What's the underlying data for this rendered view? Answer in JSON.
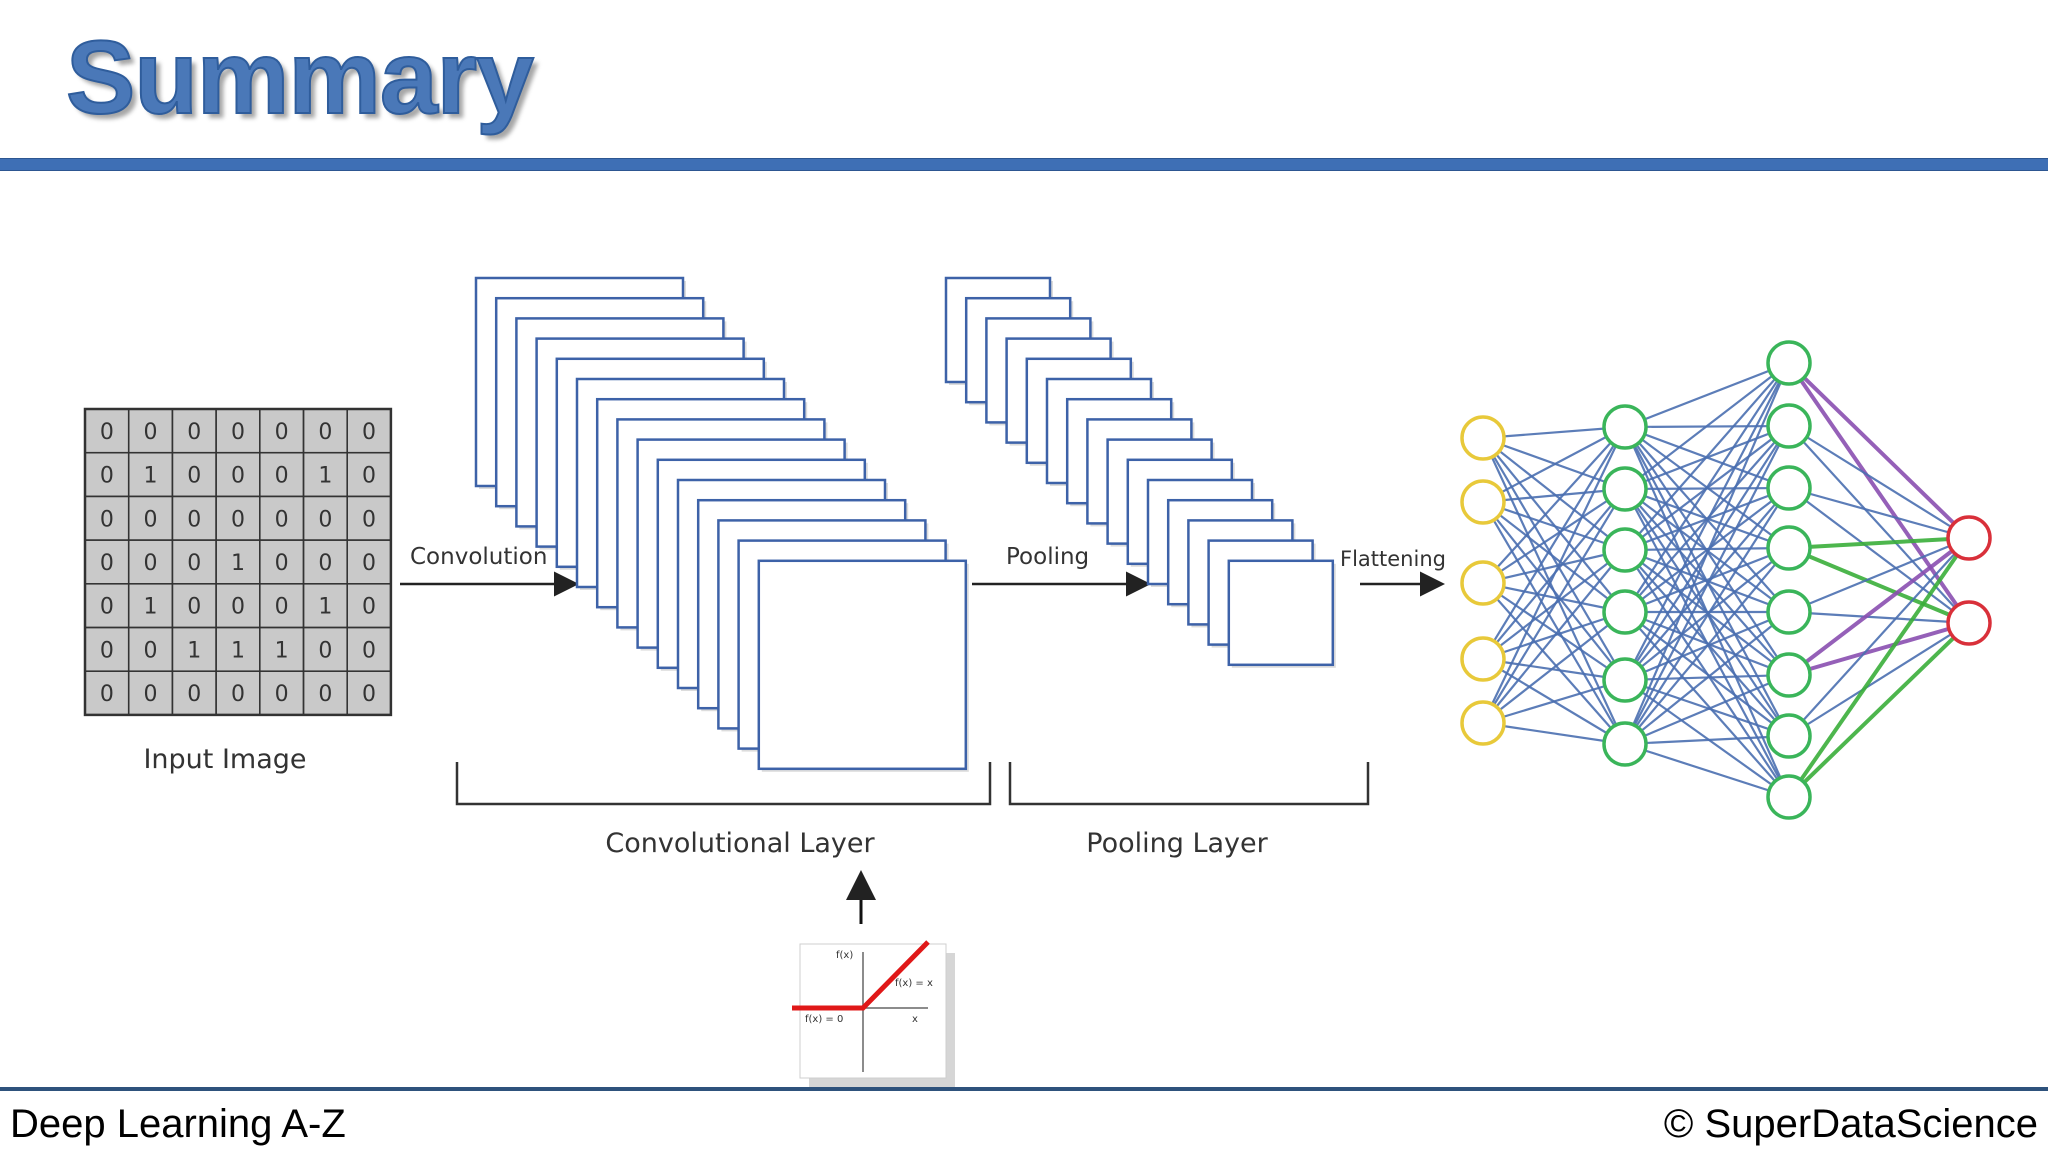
{
  "slide": {
    "title": "Summary",
    "footer_left": "Deep Learning A-Z",
    "footer_right": "© SuperDataScience"
  },
  "diagram": {
    "input_grid": [
      [
        0,
        0,
        0,
        0,
        0,
        0,
        0
      ],
      [
        0,
        1,
        0,
        0,
        0,
        1,
        0
      ],
      [
        0,
        0,
        0,
        0,
        0,
        0,
        0
      ],
      [
        0,
        0,
        0,
        1,
        0,
        0,
        0
      ],
      [
        0,
        1,
        0,
        0,
        0,
        1,
        0
      ],
      [
        0,
        0,
        1,
        1,
        1,
        0,
        0
      ],
      [
        0,
        0,
        0,
        0,
        0,
        0,
        0
      ]
    ],
    "labels": {
      "input_image": "Input Image",
      "convolution": "Convolution",
      "pooling": "Pooling",
      "flattening": "Flattening",
      "conv_layer": "Convolutional Layer",
      "pool_layer": "Pooling Layer"
    },
    "relu_plot": {
      "y_label": "f(x)",
      "right_label": "f(x) = x",
      "left_label": "f(x) = 0",
      "x_label": "x"
    },
    "network": {
      "layers": [
        5,
        6,
        8,
        2
      ],
      "layer_colors": [
        "#e8c93a",
        "#3ab55a",
        "#3ab55a",
        "#d9303a"
      ],
      "edge_color": "#4a6fb0",
      "highlight_colors": [
        "#8a4fb0",
        "#3aae3a"
      ]
    }
  }
}
